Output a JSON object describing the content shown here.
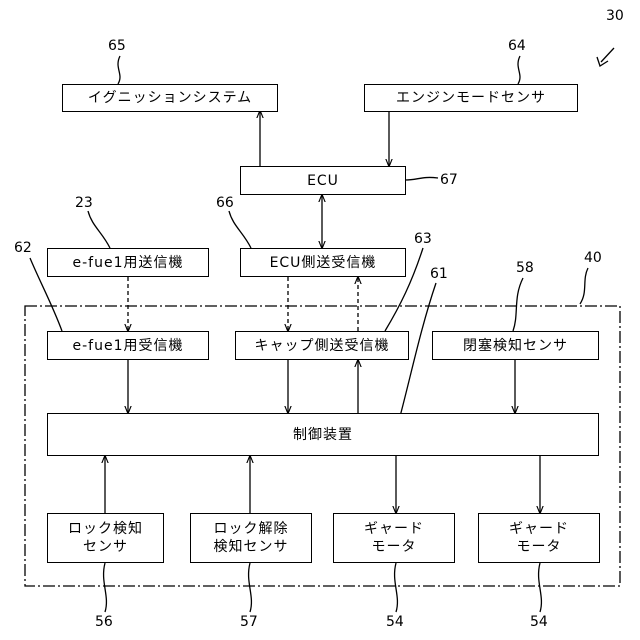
{
  "figure_number": "30",
  "boundary_label": "40",
  "components": {
    "ignition_system": {
      "ref": "65",
      "label": "イグニッションシステム"
    },
    "engine_mode_sensor": {
      "ref": "64",
      "label": "エンジンモードセンサ"
    },
    "ecu": {
      "ref": "67",
      "label": "ECU"
    },
    "efuel_transmitter": {
      "ref": "23",
      "label": "e-fue1用送信機"
    },
    "ecu_transceiver": {
      "ref": "66",
      "label": "ECU側送受信機"
    },
    "efuel_receiver": {
      "ref": "62",
      "label": "e-fue1用受信機"
    },
    "cap_transceiver": {
      "ref": "63",
      "label": "キャップ側送受信機"
    },
    "closure_sensor": {
      "ref": "58",
      "label": "閉塞検知センサ"
    },
    "control_unit": {
      "ref": "61",
      "label": "制御装置"
    },
    "lock_sensor": {
      "ref": "56",
      "line1": "ロック検知",
      "line2": "センサ"
    },
    "unlock_sensor": {
      "ref": "57",
      "line1": "ロック解除",
      "line2": "検知センサ"
    },
    "guard_motor_1": {
      "ref": "54",
      "line1": "ギャード",
      "line2": "モータ"
    },
    "guard_motor_2": {
      "ref": "54",
      "line1": "ギャード",
      "line2": "モータ"
    }
  }
}
